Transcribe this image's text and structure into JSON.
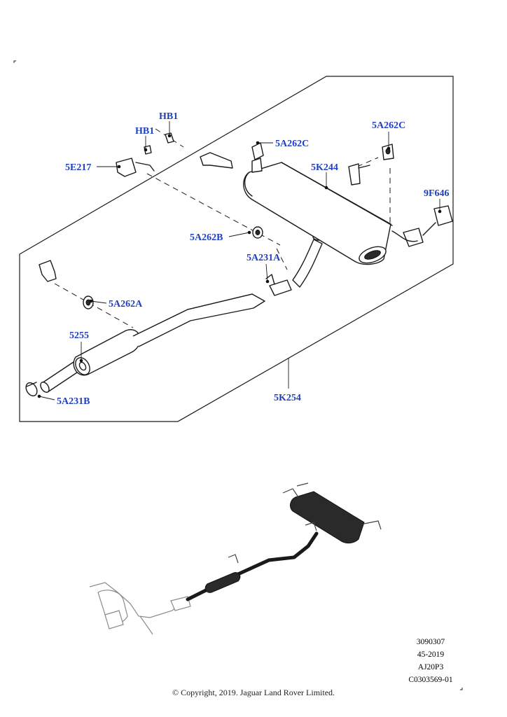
{
  "callouts": {
    "hb1_top": "HB1",
    "hb1_left": "HB1",
    "c_5e217": "5E217",
    "c_5a262c_mid": "5A262C",
    "c_5a262c_right": "5A262C",
    "c_5k244": "5K244",
    "c_9f646": "9F646",
    "c_5a262b": "5A262B",
    "c_5a231a": "5A231A",
    "c_5a262a": "5A262A",
    "c_5255": "5255",
    "c_5a231b": "5A231B",
    "c_5k254": "5K254"
  },
  "meta": {
    "line1": "3090307",
    "line2": "45-2019",
    "line3": "AJ20P3",
    "line4": "C0303569-01"
  },
  "copyright": "© Copyright, 2019. Jaguar Land Rover Limited.",
  "colors": {
    "callout": "#1f3fbf",
    "line": "#1a1a1a"
  }
}
